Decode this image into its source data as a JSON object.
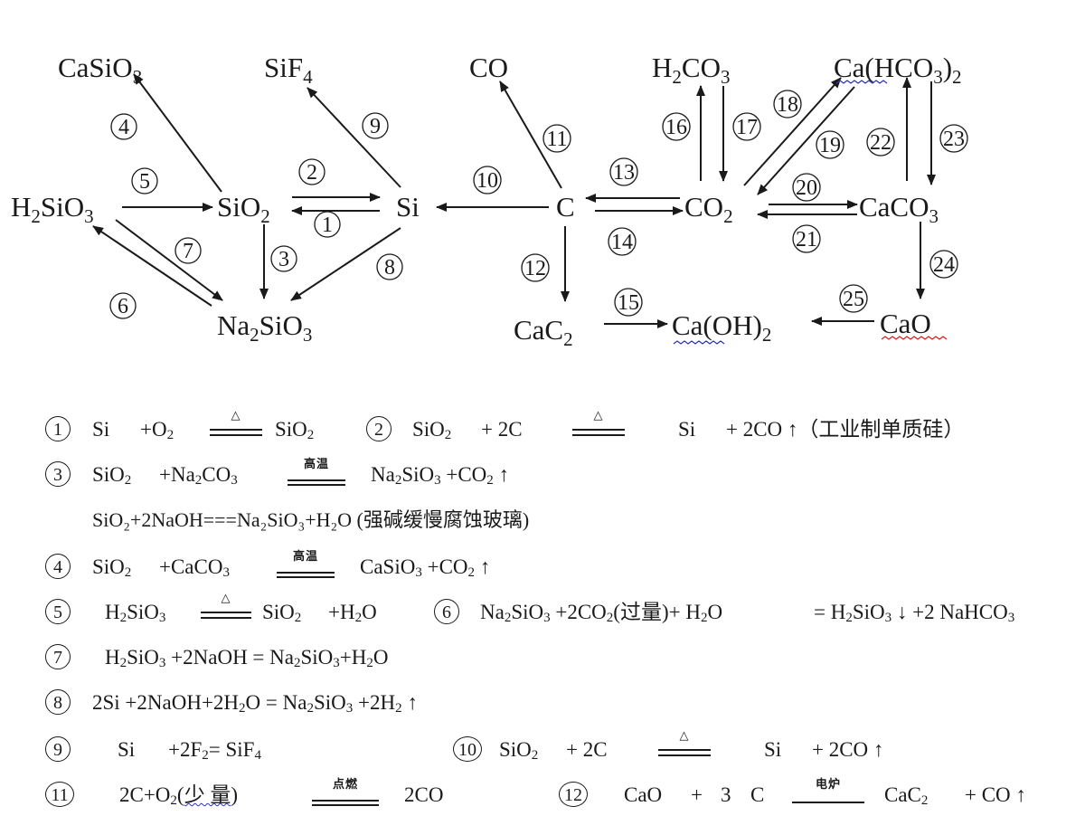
{
  "diagram": {
    "compounds": {
      "CaSiO3": {
        "base": "CaSiO",
        "sub": "3"
      },
      "SiF4": {
        "base": "SiF",
        "sub": "4"
      },
      "CO": {
        "base": "CO"
      },
      "H2CO3": {
        "pre": "H",
        "presub": "2",
        "base": "CO",
        "sub": "3"
      },
      "CaHCO32": {
        "base": "Ca(HCO",
        "sub": "3",
        "post": ")",
        "postsub": "2"
      },
      "H2SiO3": {
        "pre": "H",
        "presub": "2",
        "base": "SiO",
        "sub": "3"
      },
      "SiO2": {
        "base": "SiO",
        "sub": "2"
      },
      "Si": {
        "base": "Si"
      },
      "C": {
        "base": "C"
      },
      "CO2": {
        "base": "CO",
        "sub": "2"
      },
      "CaCO3": {
        "base": "CaCO",
        "sub": "3"
      },
      "Na2SiO3": {
        "pre": "Na",
        "presub": "2",
        "base": "SiO",
        "sub": "3"
      },
      "CaC2": {
        "base": "CaC",
        "sub": "2"
      },
      "CaOH2": {
        "base": "Ca(OH)",
        "sub": "2"
      },
      "CaO": {
        "base": "CaO"
      }
    },
    "reaction_numbers": [
      "1",
      "2",
      "3",
      "4",
      "5",
      "6",
      "7",
      "8",
      "9",
      "10",
      "11",
      "12",
      "13",
      "14",
      "15",
      "16",
      "17",
      "18",
      "19",
      "20",
      "21",
      "22",
      "23",
      "24",
      "25"
    ]
  },
  "equations": {
    "heat": "△",
    "high_temp": "高温",
    "ignite": "点燃",
    "electric_furnace": "电炉",
    "arrow_up": "↑",
    "arrow_down": "↓",
    "eq1": {
      "num": "1",
      "a": "Si",
      "b": "+O",
      "b_sub": "2",
      "c": "SiO",
      "c_sub": "2"
    },
    "eq2": {
      "num": "2",
      "a": "SiO",
      "a_sub": "2",
      "b": "+ 2C",
      "c": "Si",
      "d": "+ 2CO",
      "note": "（工业制单质硅）"
    },
    "eq3": {
      "num": "3",
      "a": "SiO",
      "a_sub": "2",
      "b": "+Na",
      "b_sub": "2",
      "b2": "CO",
      "b2_sub": "3",
      "c": "Na",
      "c_sub": "2",
      "c2": "SiO",
      "c2_sub": "3",
      "c3": "+CO",
      "c3_sub": "2"
    },
    "eq3b": {
      "text": "SiO₂+2NaOH===Na₂SiO₃+H₂O",
      "note": "(强碱缓慢腐蚀玻璃)"
    },
    "eq4": {
      "num": "4",
      "a": "SiO",
      "a_sub": "2",
      "b": "+CaCO",
      "b_sub": "3",
      "c": "CaSiO",
      "c_sub": "3",
      "c2": "+CO",
      "c2_sub": "2"
    },
    "eq5": {
      "num": "5",
      "a": "H",
      "a_sub": "2",
      "a2": "SiO",
      "a2_sub": "3",
      "b": "SiO",
      "b_sub": "2",
      "c": "+H",
      "c_sub": "2",
      "c2": "O"
    },
    "eq6": {
      "num": "6",
      "a": "Na",
      "a_sub": "2",
      "a2": "SiO",
      "a2_sub": "3",
      "b": "+2CO",
      "b_sub": "2",
      "b2": "(过量)+ H",
      "b2_sub": "2",
      "b3": "O",
      "c": "= H",
      "c_sub": "2",
      "c2": "SiO",
      "c2_sub": "3",
      "d": "+2 NaHCO",
      "d_sub": "3"
    },
    "eq7": {
      "num": "7",
      "a": "H",
      "a_sub": "2",
      "a2": "SiO",
      "a2_sub": "3",
      "b": "+2NaOH = Na",
      "b_sub": "2",
      "b2": "SiO",
      "b2_sub": "3",
      "b3": "+H",
      "b3_sub": "2",
      "b4": "O"
    },
    "eq8": {
      "num": "8",
      "a": "2Si +2NaOH+2H",
      "a_sub": "2",
      "a2": "O = Na",
      "a2_sub": "2",
      "a3": "SiO",
      "a3_sub": "3",
      "a4": "+2H",
      "a4_sub": "2"
    },
    "eq9": {
      "num": "9",
      "a": "Si",
      "b": "+2F",
      "b_sub": "2",
      "b2": "= SiF",
      "b2_sub": "4"
    },
    "eq10": {
      "num": "10",
      "a": "SiO",
      "a_sub": "2",
      "b": "+ 2C",
      "c": "Si",
      "d": "+ 2CO"
    },
    "eq11": {
      "num": "11",
      "a": "2C+O",
      "a_sub": "2",
      "a2": "(",
      "a3": "少 量",
      "a4": ")",
      "c": "2CO"
    },
    "eq12": {
      "num": "12",
      "a": "CaO",
      "b": "+",
      "c": "3",
      "d": "C",
      "e": "CaC",
      "e_sub": "2",
      "f": "+ CO"
    }
  }
}
